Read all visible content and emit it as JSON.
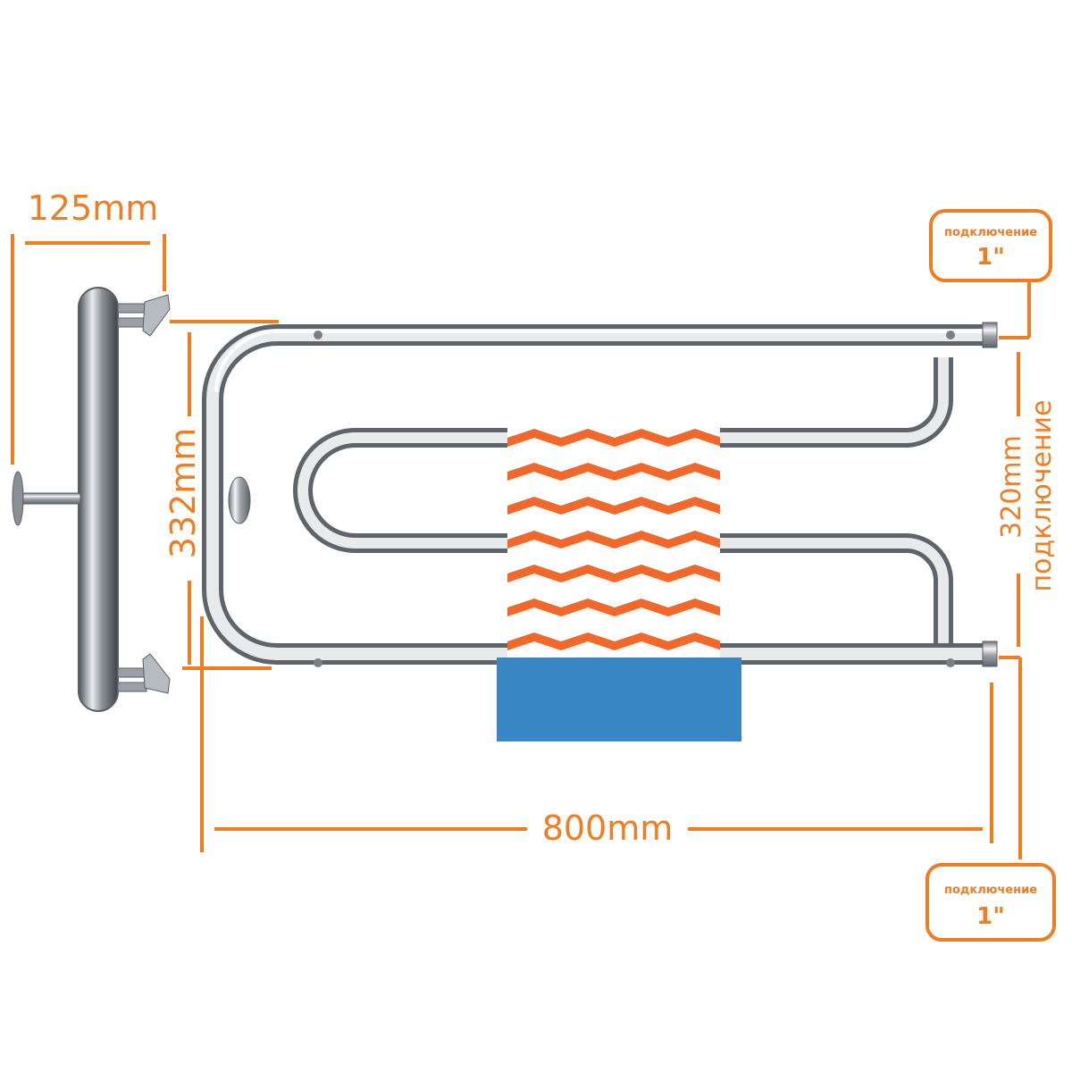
{
  "colors": {
    "accent": "#ef7d22",
    "chrome": "#c9ccd0",
    "chrome_dark": "#7a7f86",
    "towel_orange": "#f2682a",
    "towel_blue": "#3a86c2"
  },
  "dimensions": {
    "depth": "125mm",
    "height": "332mm",
    "width": "800mm",
    "connection_distance": "320mm",
    "connection_word": "подключение"
  },
  "connections": [
    {
      "label": "подключение",
      "size": "1\""
    },
    {
      "label": "подключение",
      "size": "1\""
    }
  ]
}
